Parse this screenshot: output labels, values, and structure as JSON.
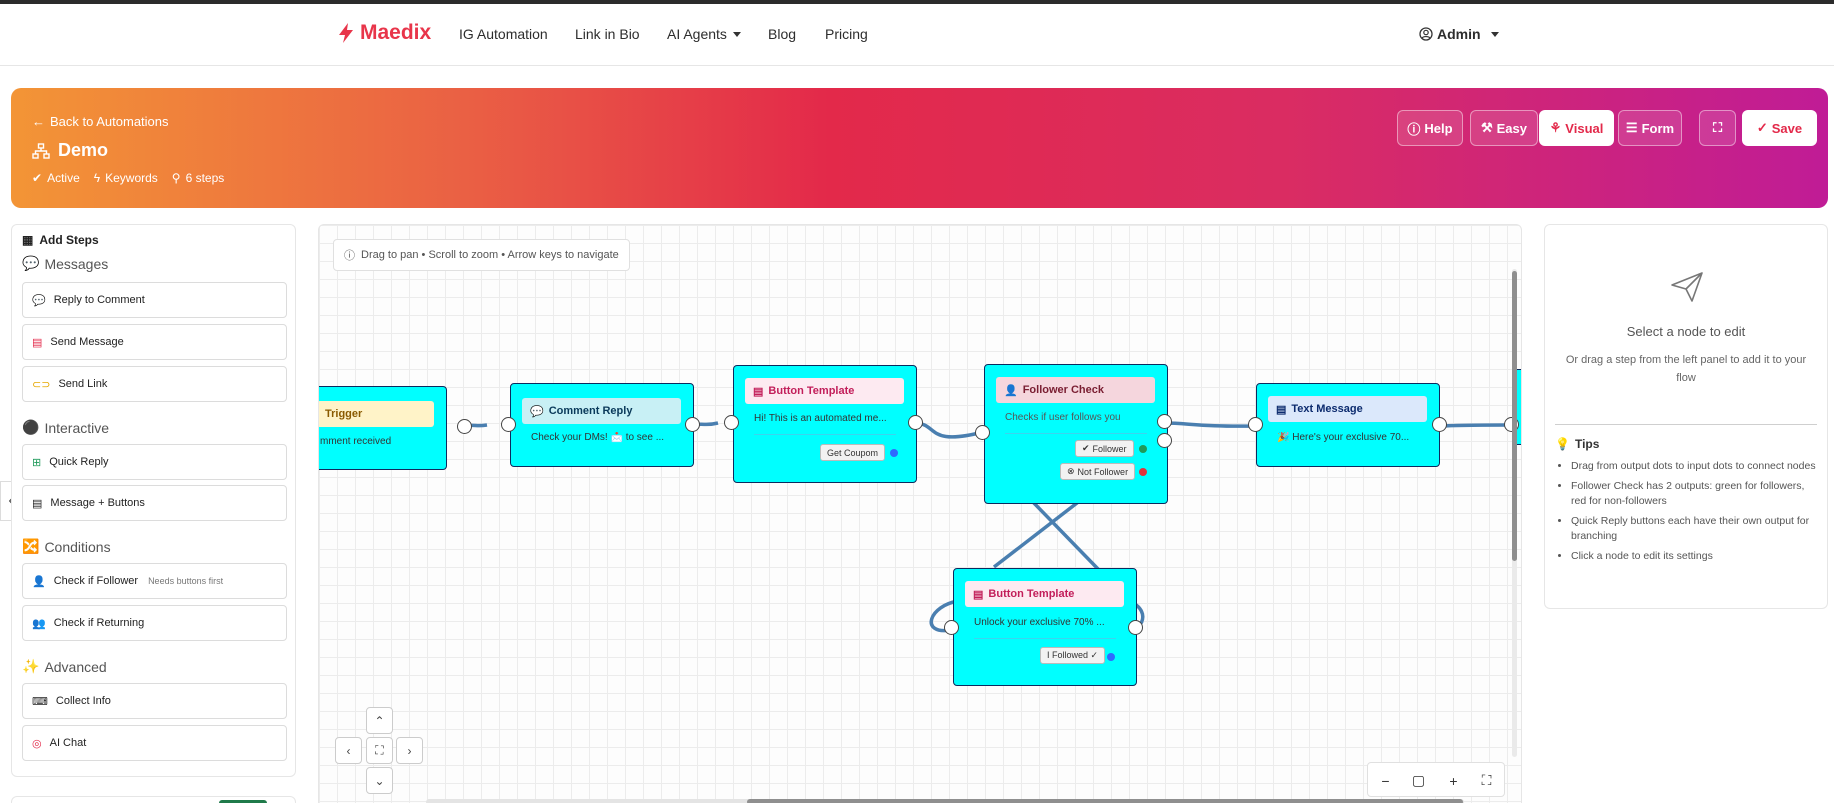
{
  "navbar": {
    "brand": "Maedix",
    "links": [
      "IG Automation",
      "Link in Bio",
      "AI Agents",
      "Blog",
      "Pricing"
    ],
    "user": "Admin",
    "brand_color": "#e8354a"
  },
  "hero": {
    "back": "Back to Automations",
    "title": "Demo",
    "status": "Active",
    "trigger_type": "Keywords",
    "steps": "6 steps",
    "buttons": {
      "help": "Help",
      "easy": "Easy",
      "visual": "Visual",
      "form": "Form",
      "save": "Save"
    }
  },
  "sidebar": {
    "title": "Add Steps",
    "sections": {
      "messages": "Messages",
      "interactive": "Interactive",
      "conditions": "Conditions",
      "advanced": "Advanced"
    },
    "items": {
      "reply_comment": "Reply to Comment",
      "send_message": "Send Message",
      "send_link": "Send Link",
      "quick_reply": "Quick Reply",
      "message_buttons": "Message + Buttons",
      "check_follower": "Check if Follower",
      "check_follower_hint": "Needs buttons first",
      "check_returning": "Check if Returning",
      "collect_info": "Collect Info",
      "ai_chat": "AI Chat"
    }
  },
  "canvas": {
    "hint": "Drag to pan • Scroll to zoom • Arrow keys to navigate",
    "nodes": {
      "trigger": {
        "title": "Trigger",
        "body": "mment received"
      },
      "comment_reply": {
        "title": "Comment Reply",
        "body": "Check your DMs! 📩 to see ..."
      },
      "button_template_1": {
        "title": "Button Template",
        "body": "Hi! This is an automated me...",
        "button": "Get Coupom"
      },
      "follower_check": {
        "title": "Follower Check",
        "body": "Checks if user follows you",
        "yes": "Follower",
        "no": "Not Follower"
      },
      "text_message": {
        "title": "Text Message",
        "body": "🎉 Here's your exclusive 70..."
      },
      "button_template_2": {
        "title": "Button Template",
        "body": "Unlock your exclusive 70% ...",
        "button": "I Followed ✓"
      }
    },
    "colors": {
      "node_fill": "#00ffff",
      "link": "#4a7fb0",
      "follower": "#1f9a5a",
      "not_follower": "#e0343c",
      "button_dot": "#2f6bff"
    }
  },
  "right_panel": {
    "title": "Select a node to edit",
    "subtitle": "Or drag a step from the left panel to add it to your flow",
    "tips_title": "Tips",
    "tips": [
      "Drag from output dots to input dots to connect nodes",
      "Follower Check has 2 outputs: green for followers, red for non-followers",
      "Quick Reply buttons each have their own output for branching",
      "Click a node to edit its settings"
    ]
  }
}
